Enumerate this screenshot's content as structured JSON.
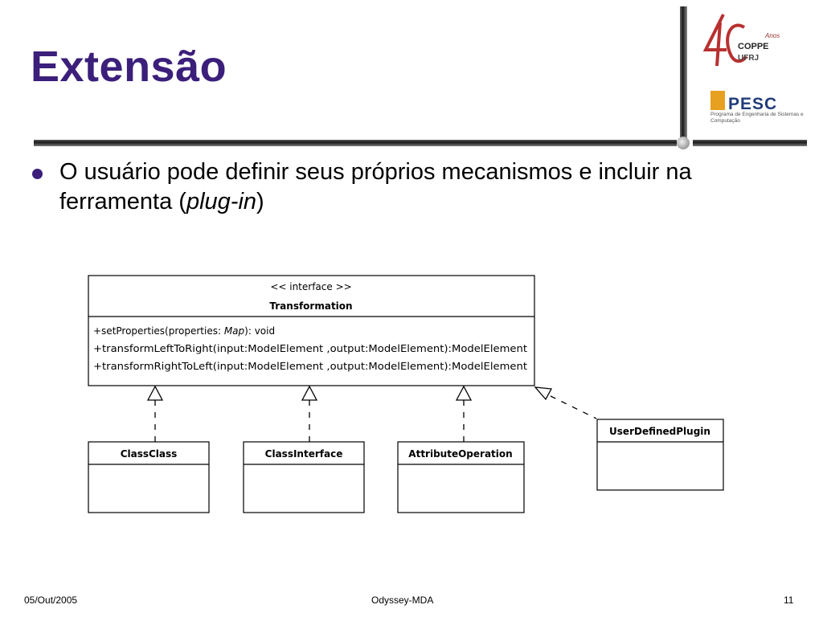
{
  "slide": {
    "title": "Extensão",
    "bullet": {
      "text_before": "O usuário pode definir seus próprios mecanismos e incluir na ferramenta (",
      "text_italic": "plug-in",
      "text_after": ")"
    }
  },
  "logos": {
    "coppe": "COPPE",
    "ufrj": "UFRJ",
    "anos": "Anos",
    "pesc": "PESC",
    "pesc_subtitle": "Programa de Engenharia de Sistemas e Computação"
  },
  "diagram": {
    "interface": {
      "stereotype": "<< interface >>",
      "name": "Transformation",
      "op1_prefix": "+setProperties(properties: ",
      "op1_type": "Map",
      "op1_suffix": "): void",
      "op2": "+transformLeftToRight(input:ModelElement ,output:ModelElement):ModelElement",
      "op3": "+transformRightToLeft(input:ModelElement ,output:ModelElement):ModelElement"
    },
    "classes": {
      "classclass": "ClassClass",
      "classinterface": "ClassInterface",
      "attributeoperation": "AttributeOperation",
      "userdefinedplugin": "UserDefinedPlugin"
    }
  },
  "footer": {
    "date": "05/Out/2005",
    "center": "Odyssey-MDA",
    "page": "11"
  },
  "colors": {
    "title": "#3b1f7a",
    "bullet": "#3b1f7a"
  }
}
